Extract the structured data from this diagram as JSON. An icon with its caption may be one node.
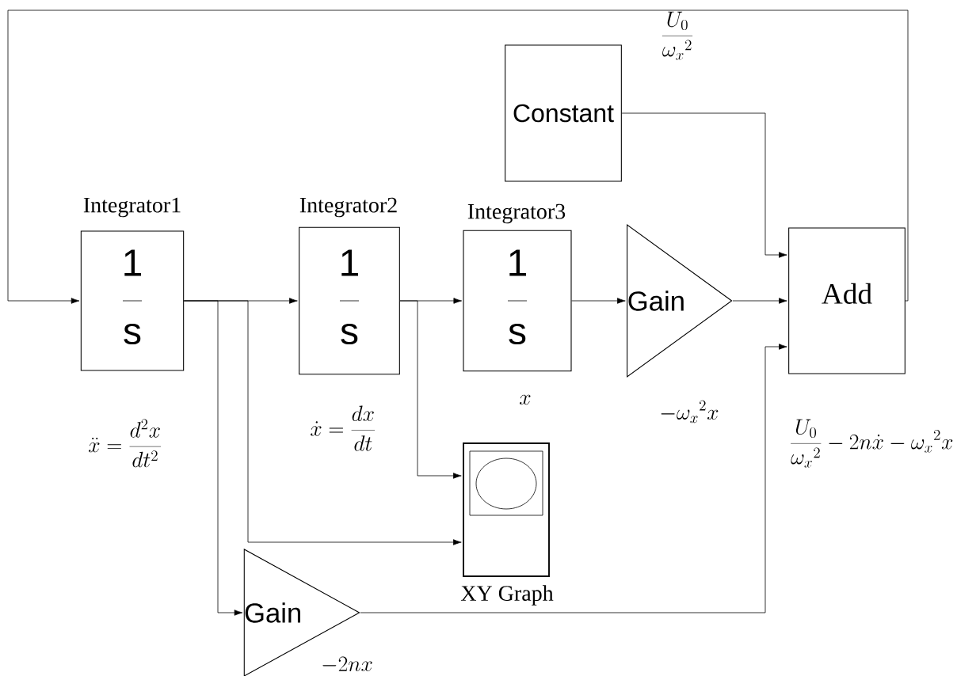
{
  "diagram": {
    "nodes": [
      {
        "text": [
          "Integrator1",
          "1",
          "s"
        ]
      },
      {
        "text": [
          "Integrator2",
          "1",
          "s"
        ]
      },
      {
        "text": [
          "Integrator3",
          "1",
          "s"
        ]
      },
      {
        "text": [
          "Gain"
        ]
      },
      {
        "text": [
          "Constant"
        ]
      },
      {
        "text": [
          "Add"
        ]
      },
      {
        "text": [
          "XY Graph"
        ]
      },
      {
        "text": [
          "Gain"
        ]
      }
    ],
    "labels": [
      "\\frac{U_0}{{\\omega_x}^2}",
      "\\ddot{x}=\\frac{d^2x}{dt^2}",
      "\\dot{x}=\\frac{dx}{dt}",
      "x",
      "-{\\omega_x}^2x",
      "\\frac{U_0}{{\\omega_x}^2}-2n\\dot{x}-{\\omega_x}^2x",
      "-2nx"
    ],
    "edges": [
      {
        "from": 0,
        "to": 1,
        "arrow": "to"
      },
      {
        "from": 1,
        "to": 2,
        "arrow": "to"
      },
      {
        "from": 2,
        "to": 3,
        "arrow": "to"
      },
      {
        "from": 3,
        "to": 5,
        "arrow": "to"
      },
      {
        "from": 4,
        "to": 5,
        "arrow": "to"
      },
      {
        "from": 7,
        "to": 5,
        "arrow": "to"
      },
      {
        "from": 5,
        "to": 0,
        "arrow": "to"
      },
      {
        "from": 1,
        "to": 6,
        "arrow": "to"
      },
      {
        "from": 0,
        "to": 6,
        "arrow": "to"
      },
      {
        "from": 0,
        "to": 7,
        "arrow": "to"
      }
    ]
  }
}
